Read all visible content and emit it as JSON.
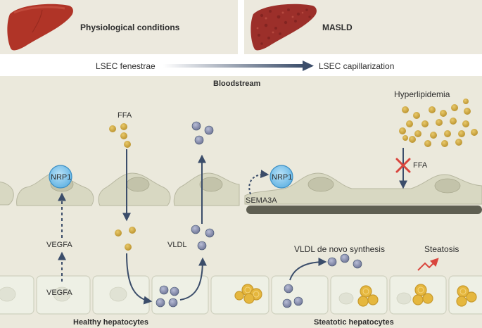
{
  "header": {
    "left_title": "Physiological conditions",
    "right_title": "MASLD"
  },
  "transition": {
    "from": "LSEC fenestrae",
    "to": "LSEC capillarization"
  },
  "labels": {
    "bloodstream": "Bloodstream",
    "hyperlipidemia": "Hyperlipidemia",
    "ffa_left": "FFA",
    "ffa_right": "FFA",
    "nrp1_left": "NRP1",
    "nrp1_right": "NRP1",
    "sema3a": "SEMA3A",
    "vegfa_upper": "VEGFA",
    "vegfa_lower": "VEGFA",
    "vldl": "VLDL",
    "vldl_synthesis": "VLDL de novo synthesis",
    "steatosis": "Steatosis",
    "healthy": "Healthy hepatocytes",
    "steatotic": "Steatotic hepatocytes"
  },
  "colors": {
    "header_bg": "#ece9de",
    "tissue_bg": "#ebe9dc",
    "lsec_fill": "#d8d8c2",
    "lsec_dark": "#5f5f52",
    "hepatocyte_fill": "#eef0e5",
    "ffa": "#c9a43c",
    "vldl": "#8d93b3",
    "arrow": "#3b4d6a",
    "nrp1": "#7fc2ea",
    "liver": "#b03427",
    "masld_liver": "#9c2f2a",
    "inhibit": "#d9453d",
    "steatosis_arrow": "#d9453d"
  },
  "icons": {
    "healthy_liver": "liver-icon",
    "masld_liver": "fatty-liver-icon",
    "inhibition": "inhibition-x-icon",
    "steatosis": "trend-up-icon"
  }
}
